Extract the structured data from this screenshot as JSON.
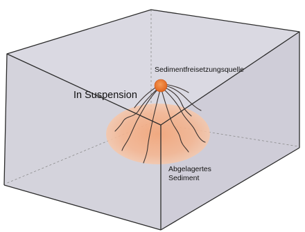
{
  "labels": {
    "source": "Sedimentfreisetzungsquelle",
    "suspension": "In Suspension",
    "deposited_line1": "Abgelagertes",
    "deposited_line2": "Sediment"
  },
  "colors": {
    "box_fill": "#d9d8e1",
    "box_edge": "#2b2b2b",
    "hidden_edge": "#8a8a8a",
    "source_dot": "#e8702a",
    "deposit_area": "#f4b692",
    "plume_lines": "#3a3230"
  }
}
